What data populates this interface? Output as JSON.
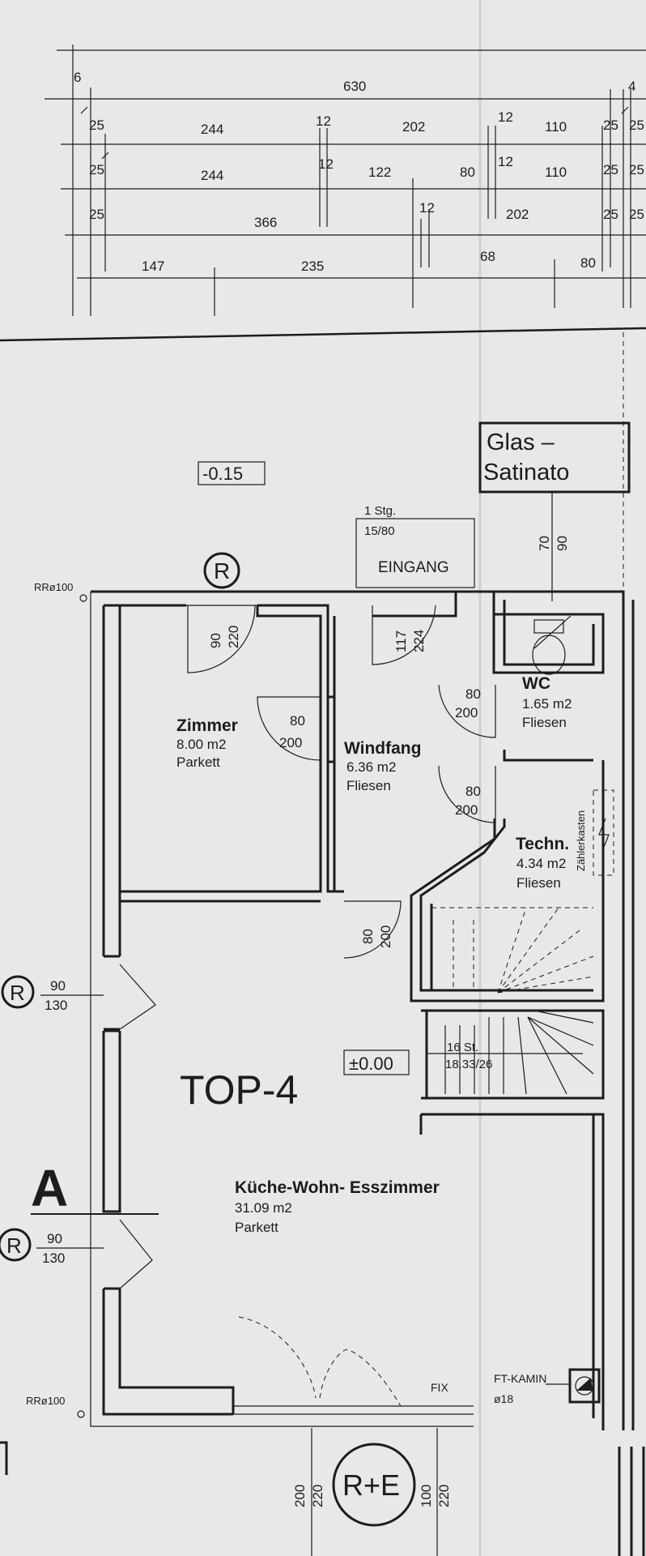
{
  "dims": {
    "row0": {
      "left": "6",
      "total": "630",
      "right": "4"
    },
    "row1": [
      "25",
      "244",
      "12",
      "202",
      "12",
      "110",
      "25",
      "25"
    ],
    "row2": [
      "25",
      "244",
      "12",
      "122",
      "80",
      "12",
      "110",
      "25",
      "25"
    ],
    "row3": [
      "25",
      "366",
      "12",
      "202",
      "25",
      "25"
    ],
    "row4": [
      "147",
      "235",
      "68",
      "80"
    ]
  },
  "levels": {
    "upper": "-0.15",
    "main": "±0.00"
  },
  "glass_box": {
    "line1": "Glas –",
    "line2": "Satinato",
    "dim_a": "70",
    "dim_b": "90"
  },
  "entrance": {
    "step_line1": "1 Stg.",
    "step_line2": "15/80",
    "label": "EINGANG"
  },
  "markers": {
    "r": "R",
    "re": "R+E",
    "section": "A",
    "rr_top": "RRø100",
    "rr_bottom": "RRø100"
  },
  "rooms": [
    {
      "name": "Zimmer",
      "area": "8.00 m2",
      "floor": "Parkett"
    },
    {
      "name": "Windfang",
      "area": "6.36 m2",
      "floor": "Fliesen"
    },
    {
      "name": "WC",
      "area": "1.65 m2",
      "floor": "Fliesen"
    },
    {
      "name": "Techn.",
      "area": "4.34 m2",
      "floor": "Fliesen"
    },
    {
      "name": "Küche-Wohn-  Esszimmer",
      "area": "31.09 m2",
      "floor": "Parkett"
    }
  ],
  "unit_label": "TOP-4",
  "doors": {
    "zimmer_entry": [
      "90",
      "220"
    ],
    "windfang_entry": [
      "117",
      "224"
    ],
    "zimmer_windfang": [
      "80",
      "200"
    ],
    "wc": [
      "80",
      "200"
    ],
    "techn": [
      "80",
      "200"
    ],
    "living": [
      "80",
      "200"
    ]
  },
  "windows": {
    "w1": [
      "90",
      "130"
    ],
    "w2": [
      "90",
      "130"
    ]
  },
  "stairs": {
    "count": "16 St.",
    "ratio": "18.33/26"
  },
  "meter_box": "Zählerkasten",
  "chimney": {
    "label": "FT-KAMIN",
    "size": "ø18"
  },
  "fix_label": "FIX",
  "bottom_dims": {
    "left": [
      "200",
      "220"
    ],
    "right": [
      "100",
      "220"
    ]
  }
}
